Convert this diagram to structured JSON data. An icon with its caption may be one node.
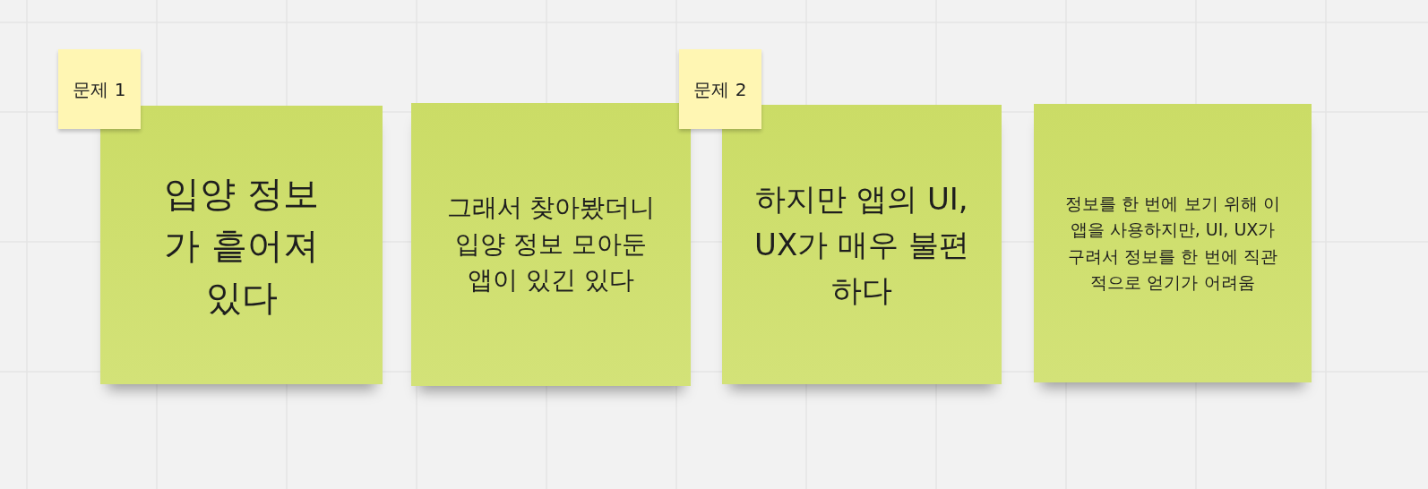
{
  "diagram": {
    "nodes": [
      {
        "text": [
          "문제 1"
        ]
      },
      {
        "text": [
          "입양 정보가 흩어져있다"
        ]
      },
      {
        "text": [
          "그래서 찾아봤더니 입양 정보 모아둔 앱이 있긴 있다"
        ]
      },
      {
        "text": [
          "문제 2"
        ]
      },
      {
        "text": [
          "하지만 앱의 UI, UX가 매우 불편하다"
        ]
      },
      {
        "text": [
          "정보를 한 번에 보기 위해 이 앱을 사용하지만, UI, UX가 구려서 정보를 한 번에 직관적으로 얻기가 어려움"
        ]
      }
    ]
  }
}
